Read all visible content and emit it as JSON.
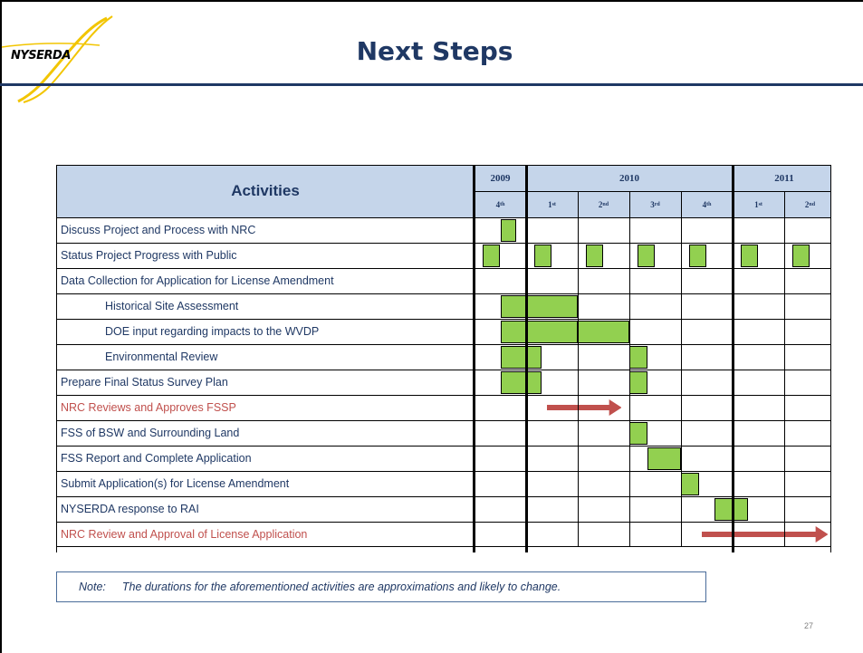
{
  "logo": {
    "text": "NYSERDA"
  },
  "title": "Next Steps",
  "gantt": {
    "activities_header": "Activities",
    "years": [
      {
        "label": "2009",
        "quarters": [
          "4"
        ]
      },
      {
        "label": "2010",
        "quarters": [
          "1",
          "2",
          "3",
          "4"
        ]
      },
      {
        "label": "2011",
        "quarters": [
          "1",
          "2"
        ]
      }
    ],
    "quarter_labels": [
      {
        "num": "4",
        "sup": "th"
      },
      {
        "num": "1",
        "sup": "st"
      },
      {
        "num": "2",
        "sup": "nd"
      },
      {
        "num": "3",
        "sup": "rd"
      },
      {
        "num": "4",
        "sup": "th"
      },
      {
        "num": "1",
        "sup": "st"
      },
      {
        "num": "2",
        "sup": "nd"
      }
    ],
    "rows": [
      {
        "label": "Discuss Project and Process with NRC",
        "indent": false,
        "highlight": false,
        "bars": [
          [
            0.5,
            0.8
          ]
        ]
      },
      {
        "label": "Status Project Progress with Public",
        "indent": false,
        "highlight": false,
        "bars": [
          [
            0.15,
            0.5
          ],
          [
            1.15,
            1.5
          ],
          [
            2.15,
            2.5
          ],
          [
            3.15,
            3.5
          ],
          [
            4.15,
            4.5
          ],
          [
            5.15,
            5.5
          ],
          [
            6.15,
            6.5
          ]
        ]
      },
      {
        "label": "Data Collection for Application for License Amendment",
        "indent": false,
        "highlight": false,
        "bars": []
      },
      {
        "label": "Historical Site Assessment",
        "indent": true,
        "highlight": false,
        "bars": [
          [
            0.5,
            1.0
          ],
          [
            1.0,
            2.0
          ]
        ]
      },
      {
        "label": "DOE input regarding impacts to the WVDP",
        "indent": true,
        "highlight": false,
        "bars": [
          [
            0.5,
            1.0
          ],
          [
            1.0,
            2.0
          ],
          [
            2.0,
            3.0
          ]
        ]
      },
      {
        "label": "Environmental Review",
        "indent": true,
        "highlight": false,
        "bars": [
          [
            0.5,
            1.0
          ],
          [
            1.0,
            1.3
          ],
          [
            3.0,
            3.35
          ]
        ]
      },
      {
        "label": "Prepare Final Status Survey Plan",
        "indent": false,
        "highlight": false,
        "bars": [
          [
            0.5,
            1.0
          ],
          [
            1.0,
            1.3
          ],
          [
            3.0,
            3.35
          ]
        ]
      },
      {
        "label": "NRC Reviews and Approves FSSP",
        "indent": false,
        "highlight": true,
        "arrow": [
          1.4,
          2.85
        ]
      },
      {
        "label": "FSS of BSW and Surrounding Land",
        "indent": false,
        "highlight": false,
        "bars": [
          [
            3.0,
            3.35
          ]
        ]
      },
      {
        "label": "FSS Report and Complete Application",
        "indent": false,
        "highlight": false,
        "bars": [
          [
            3.35,
            4.0
          ]
        ]
      },
      {
        "label": "Submit Application(s) for License Amendment",
        "indent": false,
        "highlight": false,
        "bars": [
          [
            4.0,
            4.35
          ]
        ]
      },
      {
        "label": "NYSERDA response to RAI",
        "indent": false,
        "highlight": false,
        "bars": [
          [
            4.65,
            5.0
          ],
          [
            5.0,
            5.3
          ]
        ]
      },
      {
        "label": "NRC Review and Approval of License Application",
        "indent": false,
        "highlight": true,
        "arrow": [
          4.4,
          6.85
        ]
      }
    ]
  },
  "note": {
    "label": "Note:",
    "text": "The durations for the aforementioned activities are approximations and likely to change."
  },
  "page_number": "27",
  "colors": {
    "title": "#1f3864",
    "header_bg": "#c5d5ea",
    "bar_fill": "#92d050",
    "arrow": "#c0504d",
    "highlight_text": "#c0504d"
  }
}
